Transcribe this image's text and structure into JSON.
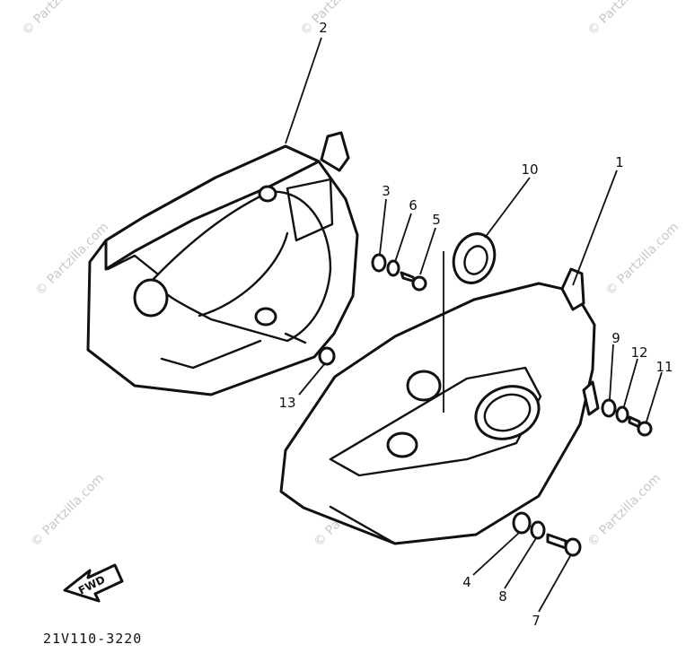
{
  "diagram": {
    "part_code": "21V110-3220",
    "fwd_label": "FWD",
    "watermark_text": "© Partzilla.com",
    "callouts": [
      "1",
      "2",
      "3",
      "4",
      "5",
      "6",
      "7",
      "8",
      "9",
      "10",
      "11",
      "12",
      "13"
    ],
    "colors": {
      "ink": "#111111",
      "paper": "#ffffff",
      "watermark": "#c8c8c8"
    }
  }
}
